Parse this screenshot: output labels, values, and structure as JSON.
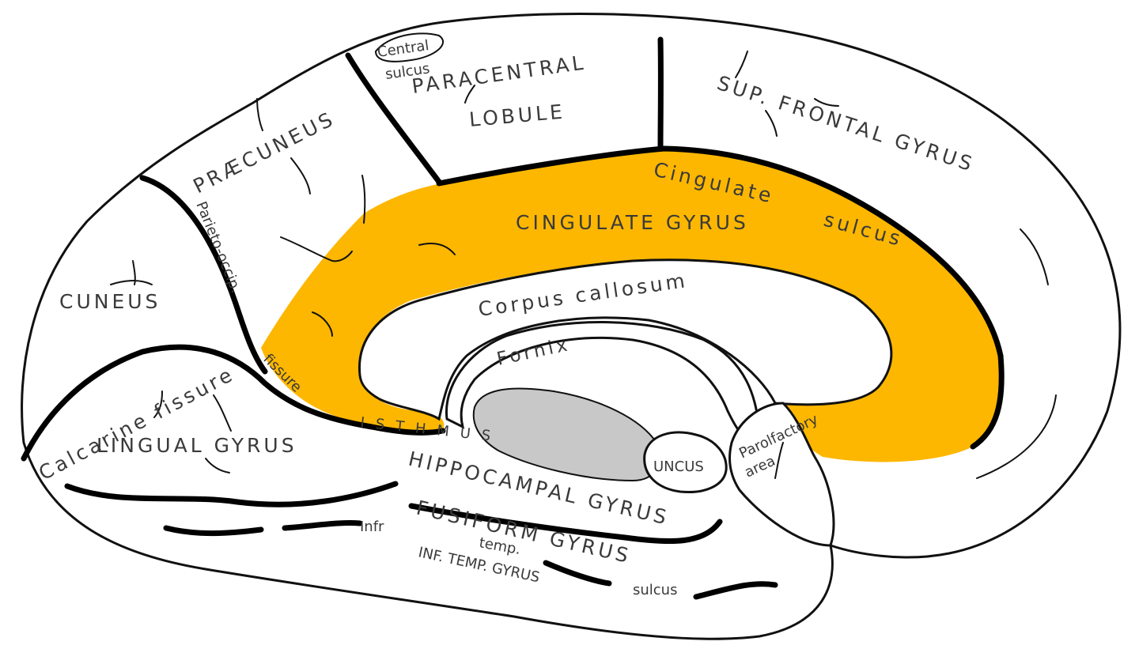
{
  "colors": {
    "cingulate_highlight": "#FDB700",
    "thalamus_gray": "#C8C8C8",
    "outline": "#111111"
  },
  "labels": {
    "central_sulcus_1": "Central",
    "central_sulcus_2": "sulcus",
    "paracentral_1": "PARACENTRAL",
    "paracentral_2": "LOBULE",
    "sup_frontal": "SUP.   FRONTAL   GYRUS",
    "praecuneus": "PRÆCUNEUS",
    "parieto_occip": "Parieto-occip.",
    "cingulate_sulcus_1": "Cingulate",
    "cingulate_sulcus_2": "sulcus",
    "cingulate_gyrus": "CINGULATE GYRUS",
    "cuneus": "CUNEUS",
    "corpus_callosum": "Corpus callosum",
    "fornix": "Fornix",
    "fissure": "fissure",
    "calcarine_fissure": "Calcarine fissure",
    "isthmus": "ISTHMUS",
    "lingual_gyrus": "LINGUAL GYRUS",
    "hippocampal_gyrus": "HIPPOCAMPAL GYRUS",
    "uncus": "UNCUS",
    "parolfactory_1": "Parolfactory",
    "parolfactory_2": "area",
    "infr": "Infr",
    "fusiform_gyrus": "FUSIFORM GYRUS",
    "temp": "temp.",
    "inf_temp_gyrus": "INF. TEMP. GYRUS",
    "sulcus": "sulcus"
  }
}
